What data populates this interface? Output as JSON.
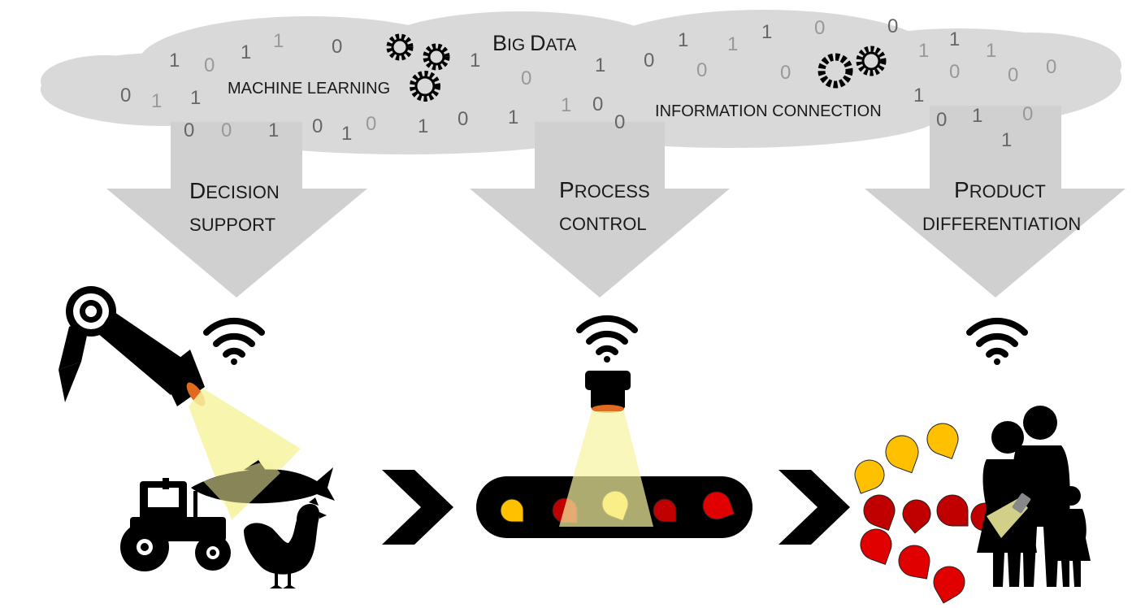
{
  "cloud": {
    "big_data": "Big Data",
    "machine_learning": "machine learning",
    "information_connection": "information connection",
    "digits": [
      {
        "v": "1",
        "c": "#666"
      },
      {
        "v": "0",
        "c": "#999"
      },
      {
        "v": "1",
        "c": "#666"
      },
      {
        "v": "1",
        "c": "#999"
      },
      {
        "v": "0",
        "c": "#666"
      },
      {
        "v": "0",
        "c": "#666"
      },
      {
        "v": "1",
        "c": "#999"
      },
      {
        "v": "1",
        "c": "#666"
      },
      {
        "v": "0",
        "c": "#666"
      },
      {
        "v": "0",
        "c": "#999"
      },
      {
        "v": "1",
        "c": "#666"
      },
      {
        "v": "0",
        "c": "#666"
      },
      {
        "v": "1",
        "c": "#666"
      },
      {
        "v": "0",
        "c": "#999"
      },
      {
        "v": "1",
        "c": "#666"
      },
      {
        "v": "0",
        "c": "#666"
      },
      {
        "v": "1",
        "c": "#666"
      },
      {
        "v": "1",
        "c": "#666"
      },
      {
        "v": "0",
        "c": "#999"
      },
      {
        "v": "1",
        "c": "#666"
      },
      {
        "v": "0",
        "c": "#666"
      },
      {
        "v": "1",
        "c": "#999"
      },
      {
        "v": "0",
        "c": "#666"
      },
      {
        "v": "0",
        "c": "#666"
      },
      {
        "v": "1",
        "c": "#666"
      },
      {
        "v": "0",
        "c": "#999"
      },
      {
        "v": "1",
        "c": "#999"
      },
      {
        "v": "1",
        "c": "#666"
      },
      {
        "v": "0",
        "c": "#999"
      },
      {
        "v": "0",
        "c": "#666"
      },
      {
        "v": "0",
        "c": "#999"
      },
      {
        "v": "1",
        "c": "#999"
      },
      {
        "v": "1",
        "c": "#666"
      },
      {
        "v": "0",
        "c": "#999"
      },
      {
        "v": "1",
        "c": "#999"
      },
      {
        "v": "0",
        "c": "#999"
      },
      {
        "v": "1",
        "c": "#666"
      },
      {
        "v": "0",
        "c": "#999"
      },
      {
        "v": "1",
        "c": "#666"
      },
      {
        "v": "0",
        "c": "#666"
      },
      {
        "v": "1",
        "c": "#666"
      },
      {
        "v": "0",
        "c": "#999"
      }
    ]
  },
  "arrows": {
    "decision": [
      "Decision",
      "support"
    ],
    "process": [
      "Process",
      "control"
    ],
    "product": [
      "Product",
      "differentiation"
    ]
  },
  "colors": {
    "cloud": "#d9d9d9",
    "arrow": "#d0d0d0",
    "beam": "#f7f3a0",
    "yellow": "#ffc000",
    "light_yellow": "#ffe14d",
    "red": "#e00000",
    "dark_red": "#c00000",
    "silhouette": "#000000",
    "lamp_glow": "#e06b1f"
  },
  "icons": [
    "wifi-icon",
    "robot-arm-icon",
    "tractor-icon",
    "fish-icon",
    "chicken-icon",
    "camera-icon",
    "conveyor-belt-icon",
    "chevron-right-icon",
    "family-icon"
  ]
}
